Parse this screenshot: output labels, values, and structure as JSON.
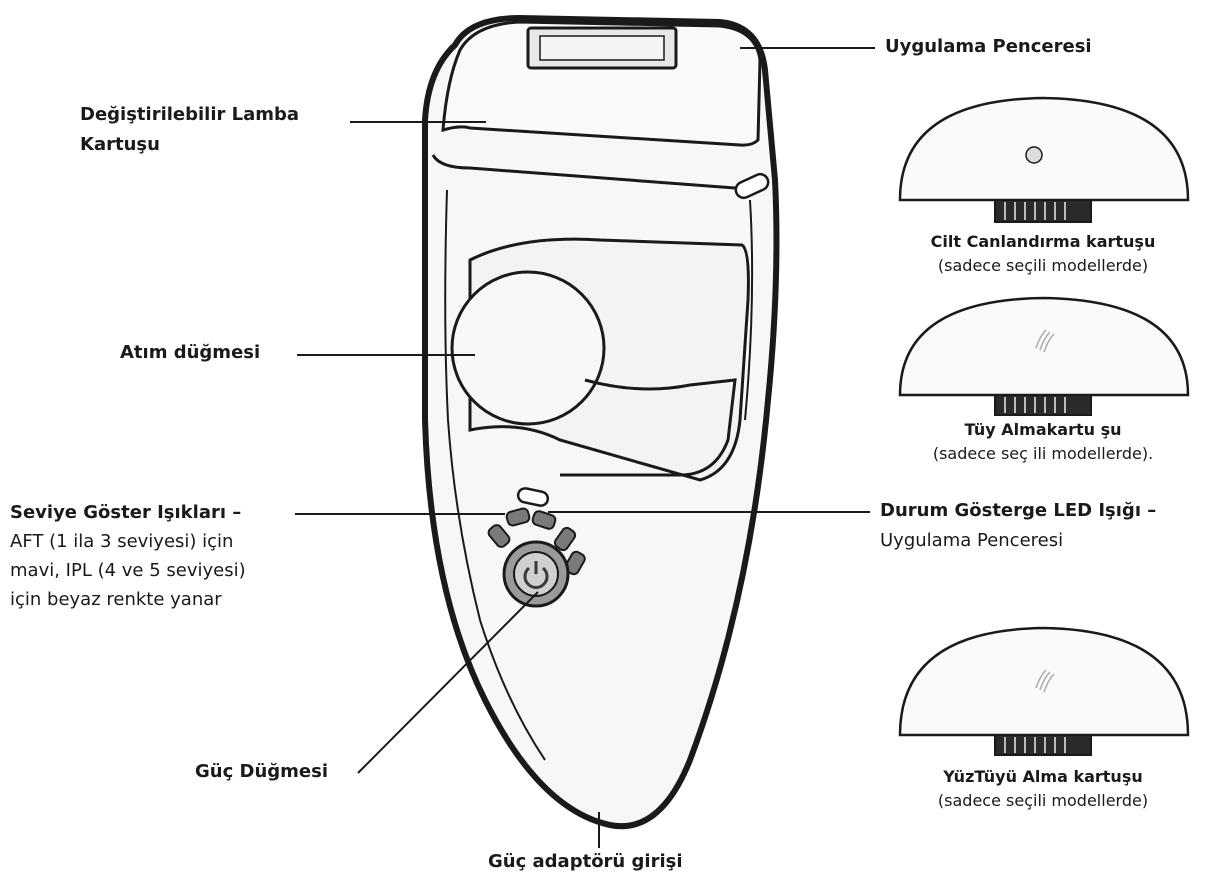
{
  "labels": {
    "window_top": "Uygulama Penceresi",
    "lamp_line1": "Değiştirilebilir Lamba",
    "lamp_line2": "Kartuşu",
    "pulse": "Atım düğmesi",
    "level_title": "Seviye Göster Işıkları –",
    "level_line1": "AFT (1 ila 3 seviyesi) için",
    "level_line2": "mavi, IPL  (4 ve 5 seviyesi)",
    "level_line3": "için beyaz renkte yanar",
    "status_title": "Durum Gösterge LED Işığı –",
    "status_sub": "Uygulama Penceresi",
    "power_button": "Güç Düğmesi",
    "adapter": "Güç adaptörü girişi"
  },
  "cartridges": [
    {
      "title": "Cilt Canlandırma kartuşu",
      "note": "(sadece seçili modellerde)",
      "icon": "eye-symbol-icon"
    },
    {
      "title": "Tüy Almakartu şu",
      "note": "(sadece seç ili modellerde).",
      "icon": "hair-strokes-icon"
    },
    {
      "title": "YüzTüyü Alma kartuşu",
      "note": "(sadece seçili modellerde)",
      "icon": "hair-strokes-icon"
    }
  ],
  "colors": {
    "stroke": "#1a1a1a",
    "body": "#f7f7f7",
    "shade": "#d6d6d6"
  }
}
